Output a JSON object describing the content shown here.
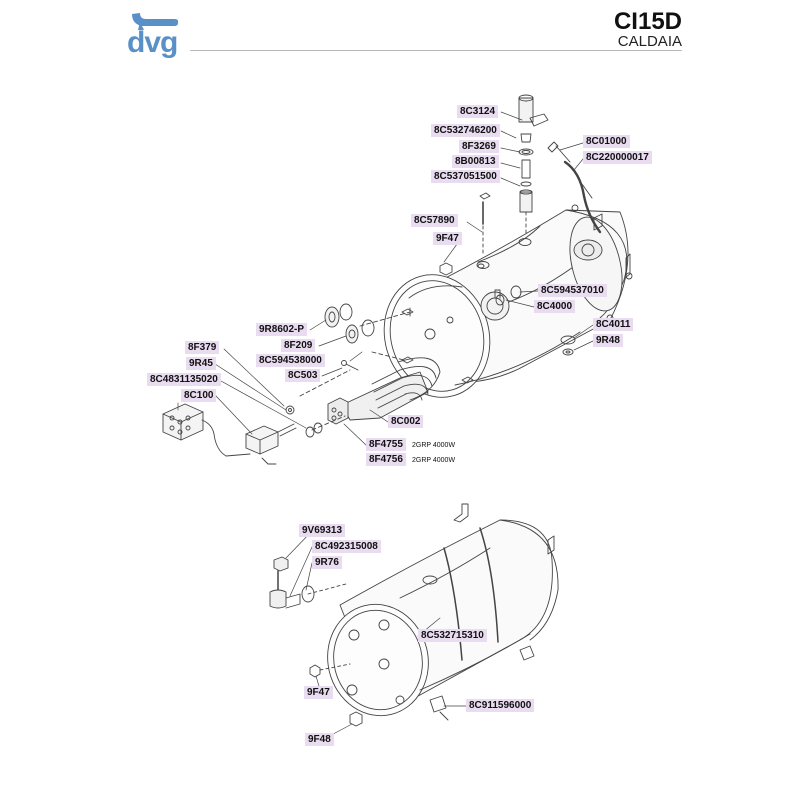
{
  "header": {
    "brand": "dvg",
    "model": "CI15D",
    "section": "CALDAIA"
  },
  "parts": [
    {
      "code": "8C3124"
    },
    {
      "code": "8C532746200"
    },
    {
      "code": "8F3269"
    },
    {
      "code": "8B00813"
    },
    {
      "code": "8C537051500"
    },
    {
      "code": "8C01000"
    },
    {
      "code": "8C220000017"
    },
    {
      "code": "8C57890"
    },
    {
      "code": "9F47"
    },
    {
      "code": "8C594537010"
    },
    {
      "code": "8C4000"
    },
    {
      "code": "8C4011"
    },
    {
      "code": "9R48"
    },
    {
      "code": "9R8602-P"
    },
    {
      "code": "8F209"
    },
    {
      "code": "8C594538000"
    },
    {
      "code": "8F379"
    },
    {
      "code": "9R45"
    },
    {
      "code": "8C503"
    },
    {
      "code": "8C4831135020"
    },
    {
      "code": "8C100"
    },
    {
      "code": "8C002"
    },
    {
      "code": "8F4755",
      "note": "2GRP 4000W"
    },
    {
      "code": "8F4756",
      "note": "2GRP 4000W"
    },
    {
      "code": "9V69313"
    },
    {
      "code": "8C492315008"
    },
    {
      "code": "9R76"
    },
    {
      "code": "8C532715310"
    },
    {
      "code": "9F47"
    },
    {
      "code": "8C911596000"
    },
    {
      "code": "9F48"
    }
  ]
}
